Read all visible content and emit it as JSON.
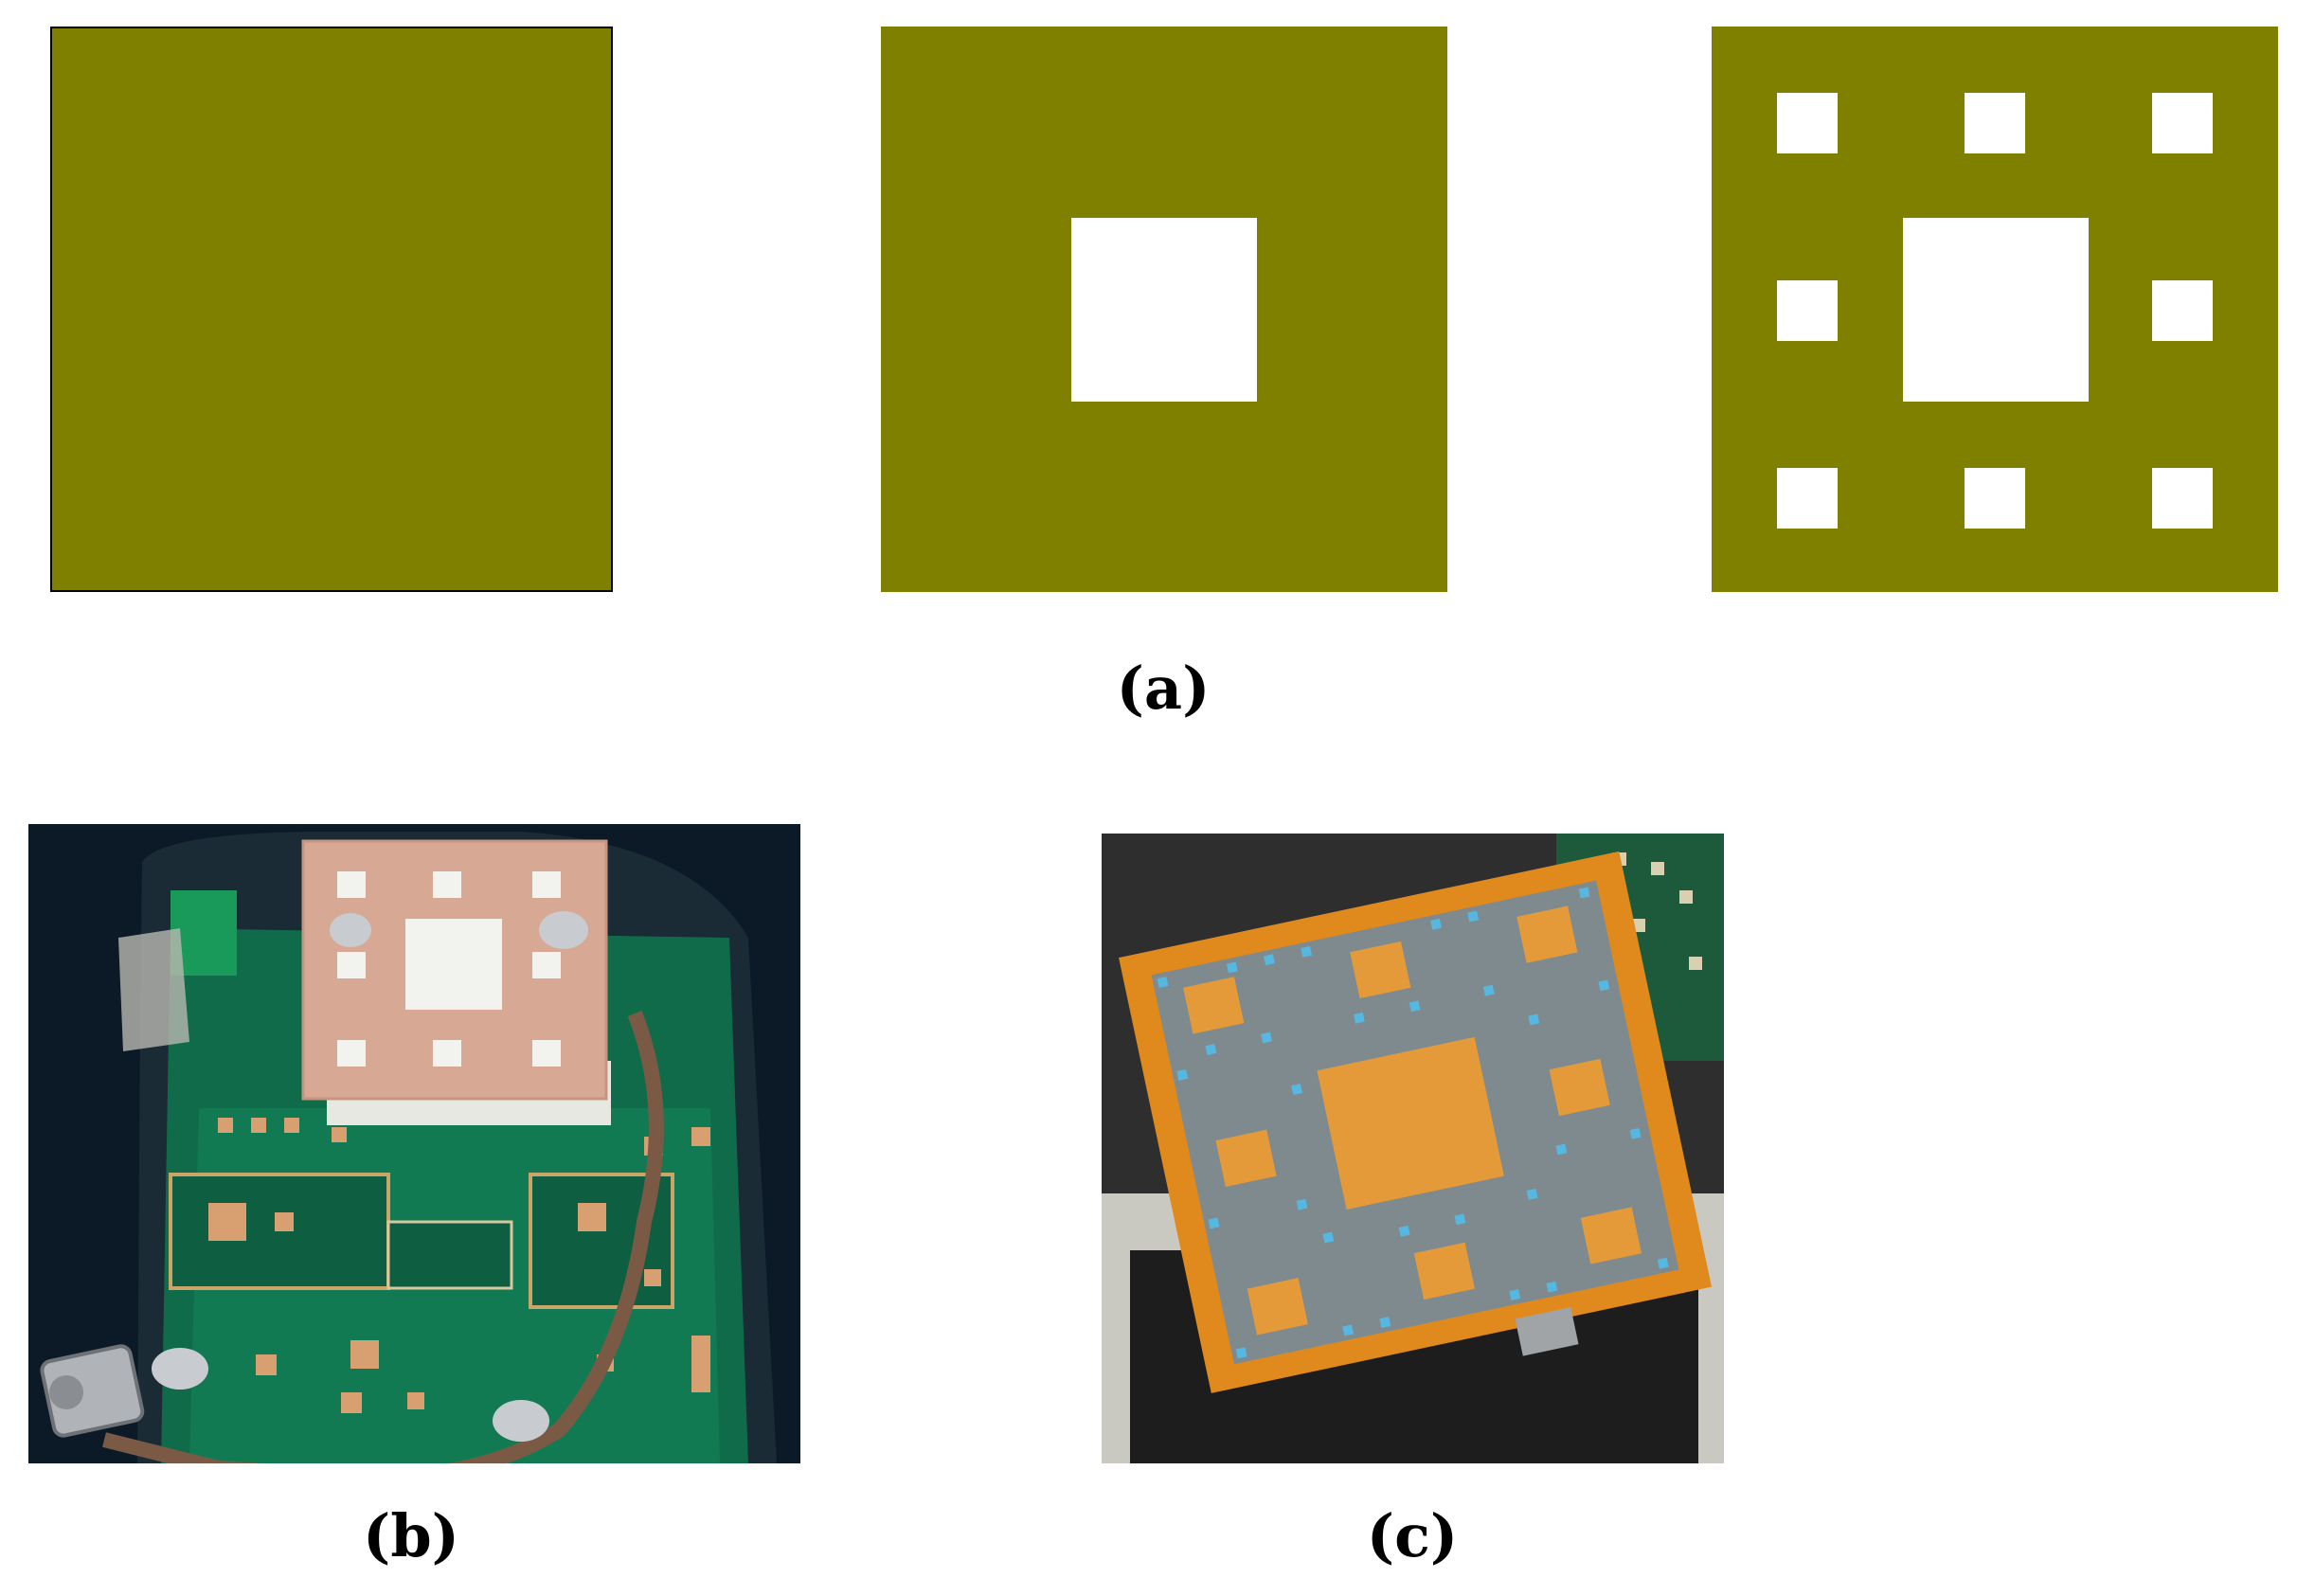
{
  "labels": {
    "a": "(a)",
    "b": "(b)",
    "c": "(c)"
  },
  "colors": {
    "fractal_fill": "#808000",
    "background": "#ffffff"
  },
  "figures": {
    "iteration_0": "olive-square",
    "iteration_1": "olive-square-center-hole",
    "iteration_2": "olive-square-sierpinski-carpet",
    "photo_b": "pcb-with-copper-fractal-antenna",
    "photo_c": "orange-substrate-fractal-antenna"
  }
}
